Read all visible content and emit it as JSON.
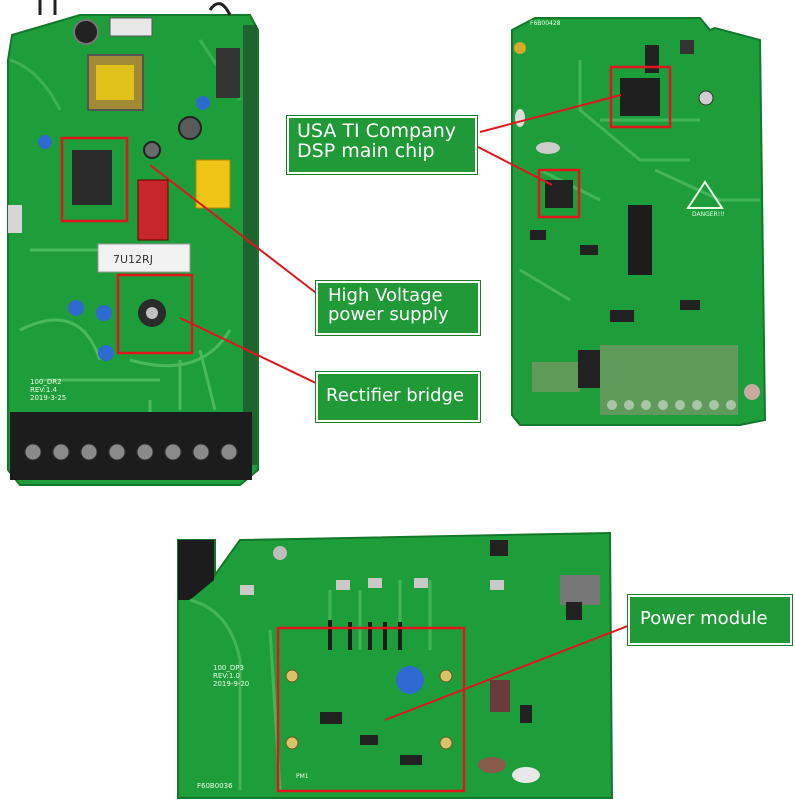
{
  "labels": {
    "dsp": {
      "line1": "USA TI Company",
      "line2": "DSP main chip"
    },
    "hv": {
      "line1": "High Voltage",
      "line2": "power supply"
    },
    "rect": {
      "line1": "Rectifier bridge"
    },
    "pm": {
      "line1": "Power module"
    }
  },
  "board_text": {
    "relay_print": "7U12RJ",
    "b1_model": "100_DR2",
    "b1_rev": "REV:1.4",
    "b1_date": "2019-3-25",
    "b2_code": "F6B00428",
    "b2_danger": "DANGER!!!",
    "b3_model": "100_DP3",
    "b3_rev": "REV:1.0",
    "b3_date": "2019-9-20",
    "b3_code": "F60B0036",
    "b3_pm": "PM1"
  },
  "colors": {
    "pcb_green": "#1e9e3a",
    "pcb_dark": "#13782a",
    "trace_light": "#5cc46d",
    "highlight_red": "#e0151d",
    "label_bg": "#1f9a36",
    "terminal_black": "#1c1c1c",
    "terminal_green": "#5f9a5a"
  }
}
